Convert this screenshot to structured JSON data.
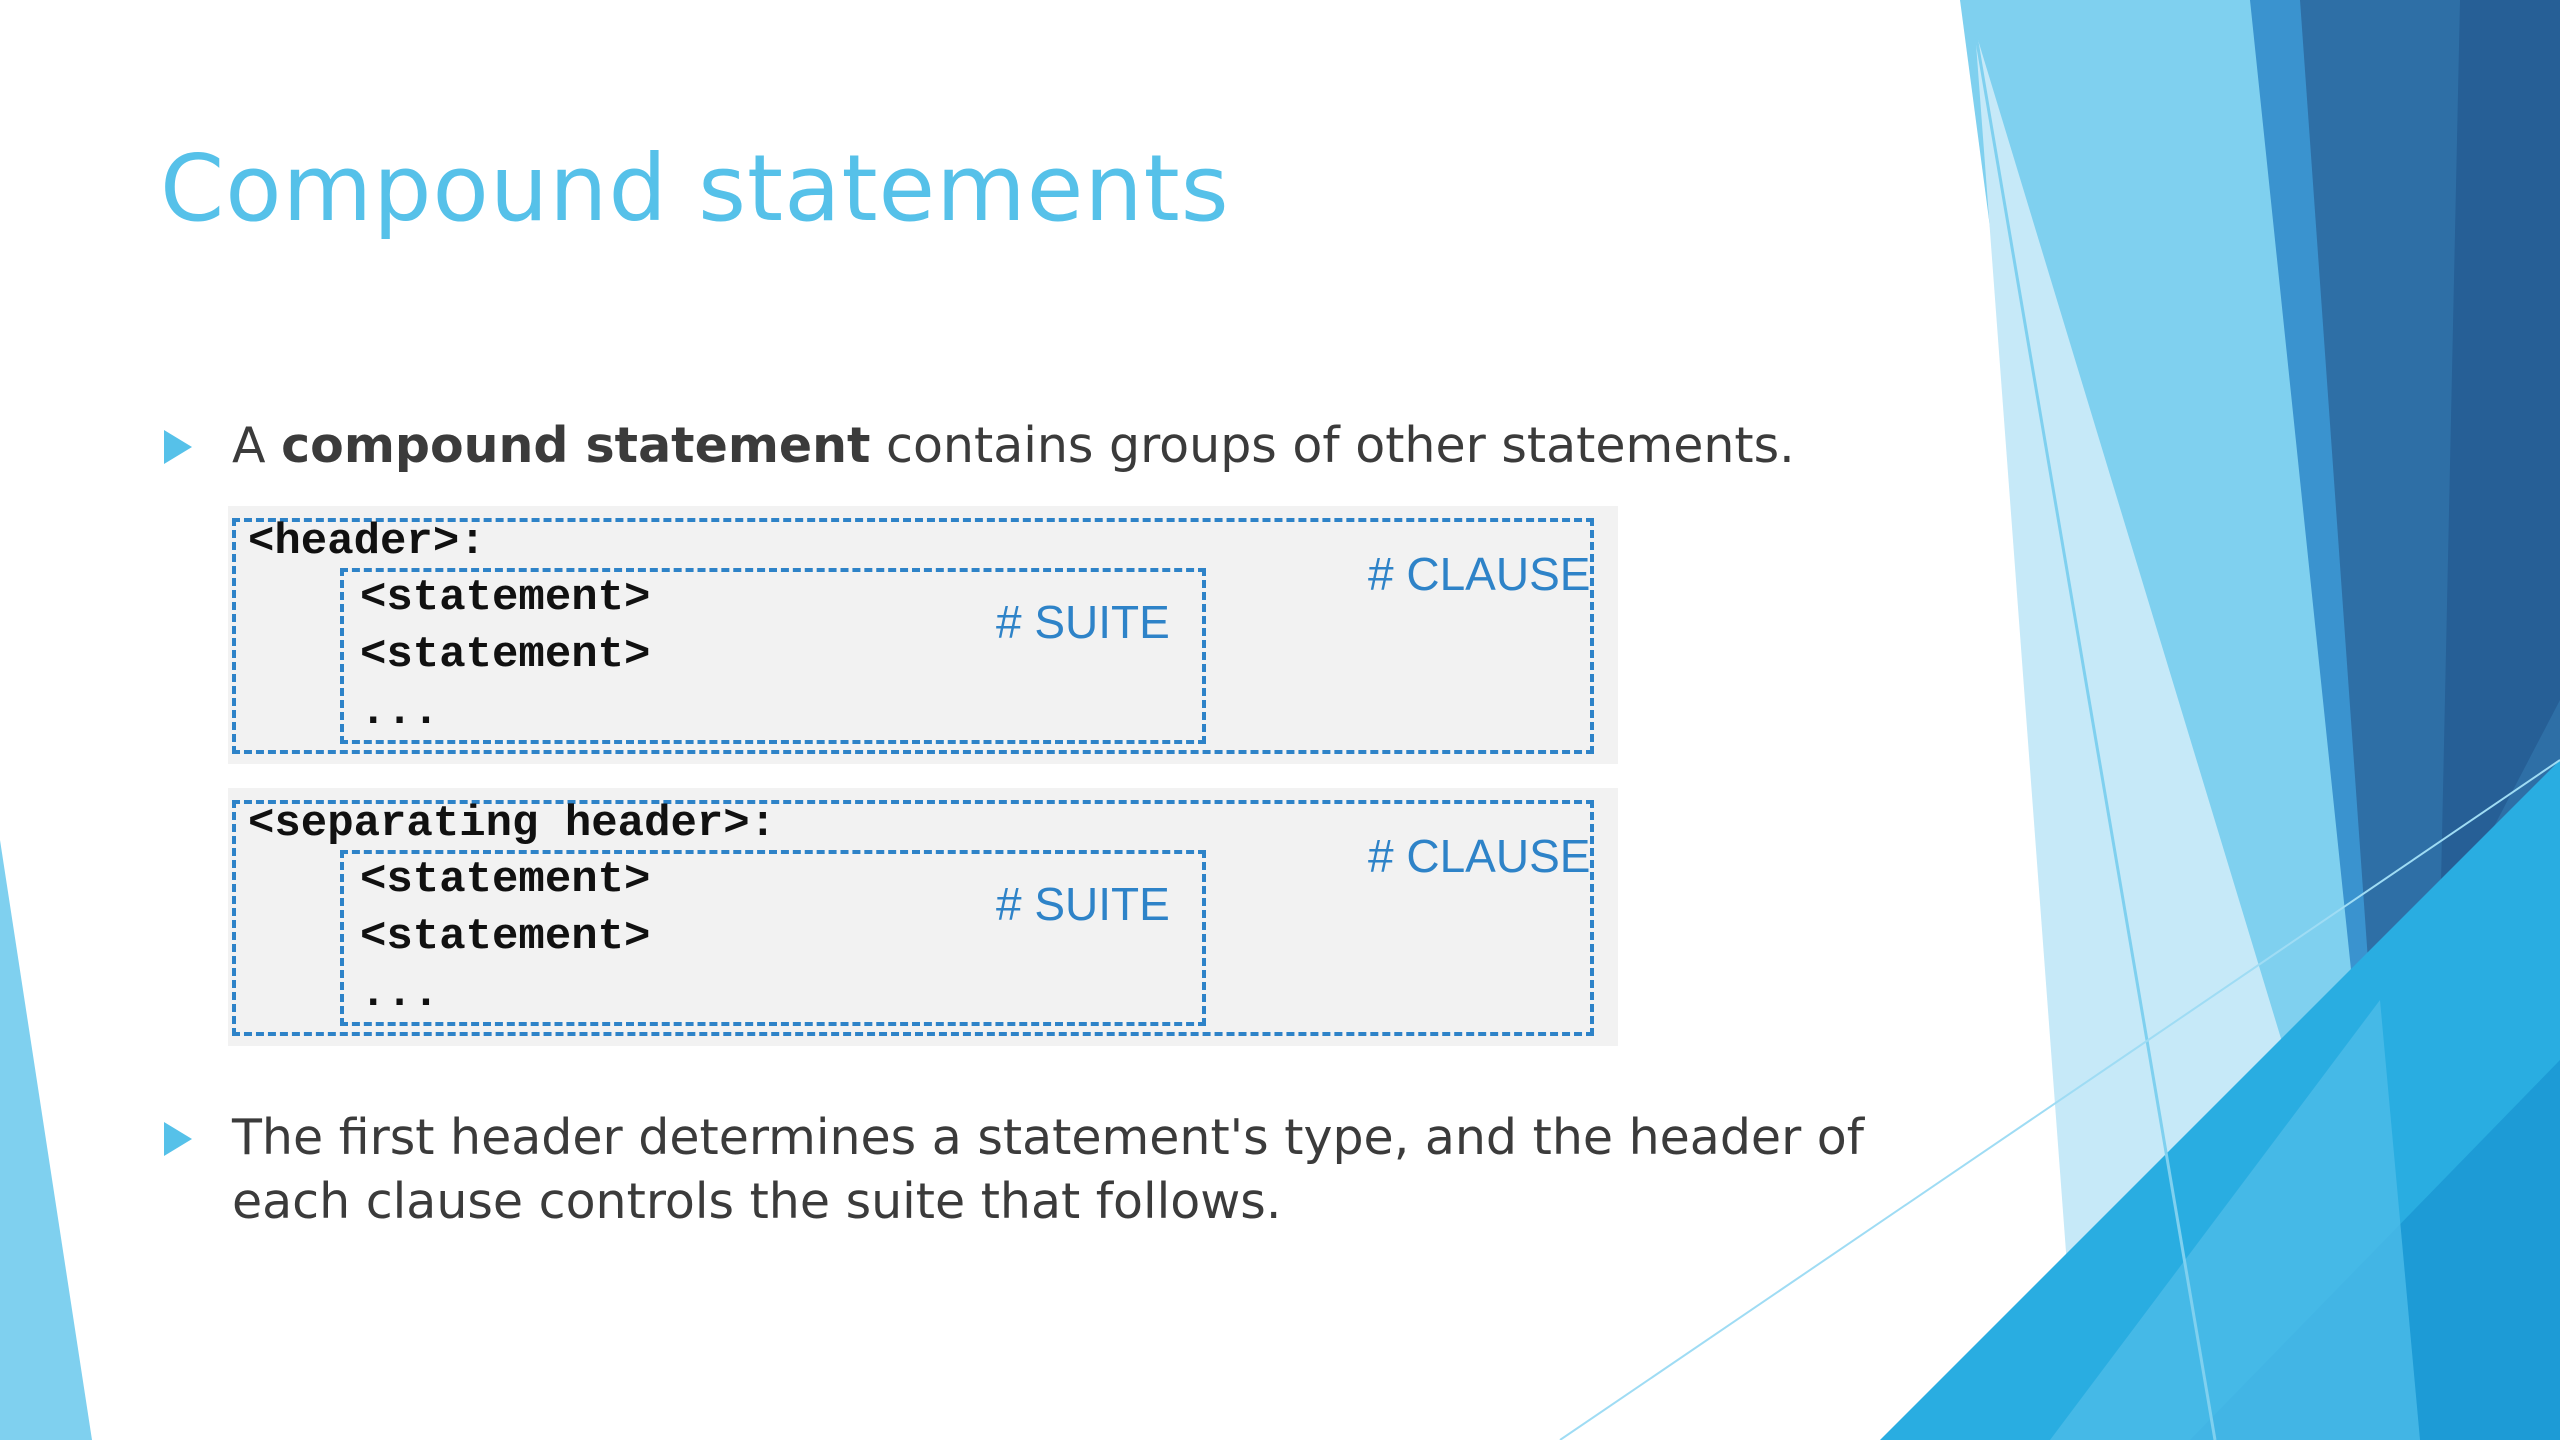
{
  "slide": {
    "title": "Compound statements",
    "bullets": [
      {
        "pre": "A ",
        "bold": "compound statement",
        "post": " contains groups of other statements."
      },
      {
        "line1": "The first header determines a statement's type, and the header of",
        "line2": "each clause controls the suite that follows."
      }
    ],
    "clauses": [
      {
        "header": "<header>:",
        "statements": [
          "<statement>",
          "<statement>",
          "..."
        ],
        "clause_comment": "# CLAUSE",
        "suite_comment": "# SUITE"
      },
      {
        "header": "<separating header>:",
        "statements": [
          "<statement>",
          "<statement>",
          "..."
        ],
        "clause_comment": "# CLAUSE",
        "suite_comment": "# SUITE"
      }
    ]
  },
  "colors": {
    "title": "#56c1e9",
    "accent": "#2e83c8",
    "text": "#3b3b3b",
    "code_bg": "#f2f2f2"
  }
}
